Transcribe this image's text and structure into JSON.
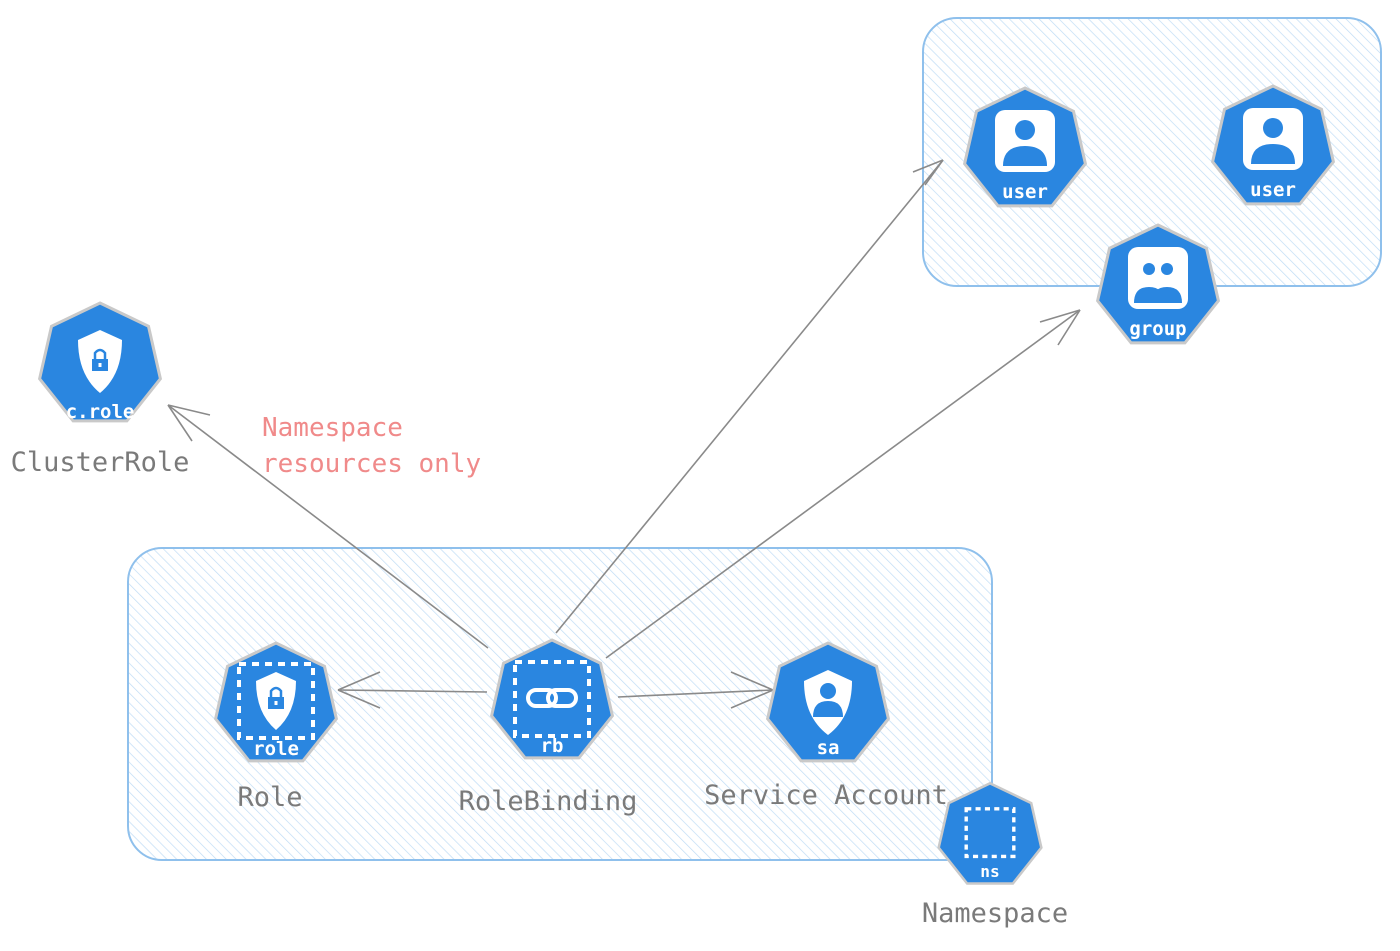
{
  "colors": {
    "icon_blue": "#2a86e0",
    "zone_stroke": "#8fc0ec",
    "zone_hatch": "#bfdcf5",
    "label_gray": "#7a7a7a",
    "note_red": "#f08a8a",
    "arrow_gray": "#8a8a8a"
  },
  "nodes": {
    "cluster_role": {
      "icon": "lock-shield-icon",
      "icon_label": "c.role",
      "label": "ClusterRole"
    },
    "role": {
      "icon": "lock-shield-icon",
      "icon_label": "role",
      "label": "Role"
    },
    "role_binding": {
      "icon": "link-icon",
      "icon_label": "rb",
      "label": "RoleBinding"
    },
    "service_account": {
      "icon": "person-shield-icon",
      "icon_label": "sa",
      "label": "Service Account"
    },
    "namespace": {
      "icon": "dashed-square-icon",
      "icon_label": "ns",
      "label": "Namespace"
    },
    "user_1": {
      "icon": "user-icon",
      "icon_label": "user"
    },
    "user_2": {
      "icon": "user-icon",
      "icon_label": "user"
    },
    "group": {
      "icon": "group-icon",
      "icon_label": "group"
    }
  },
  "annotation": {
    "line1": "Namespace",
    "line2": "resources only"
  }
}
